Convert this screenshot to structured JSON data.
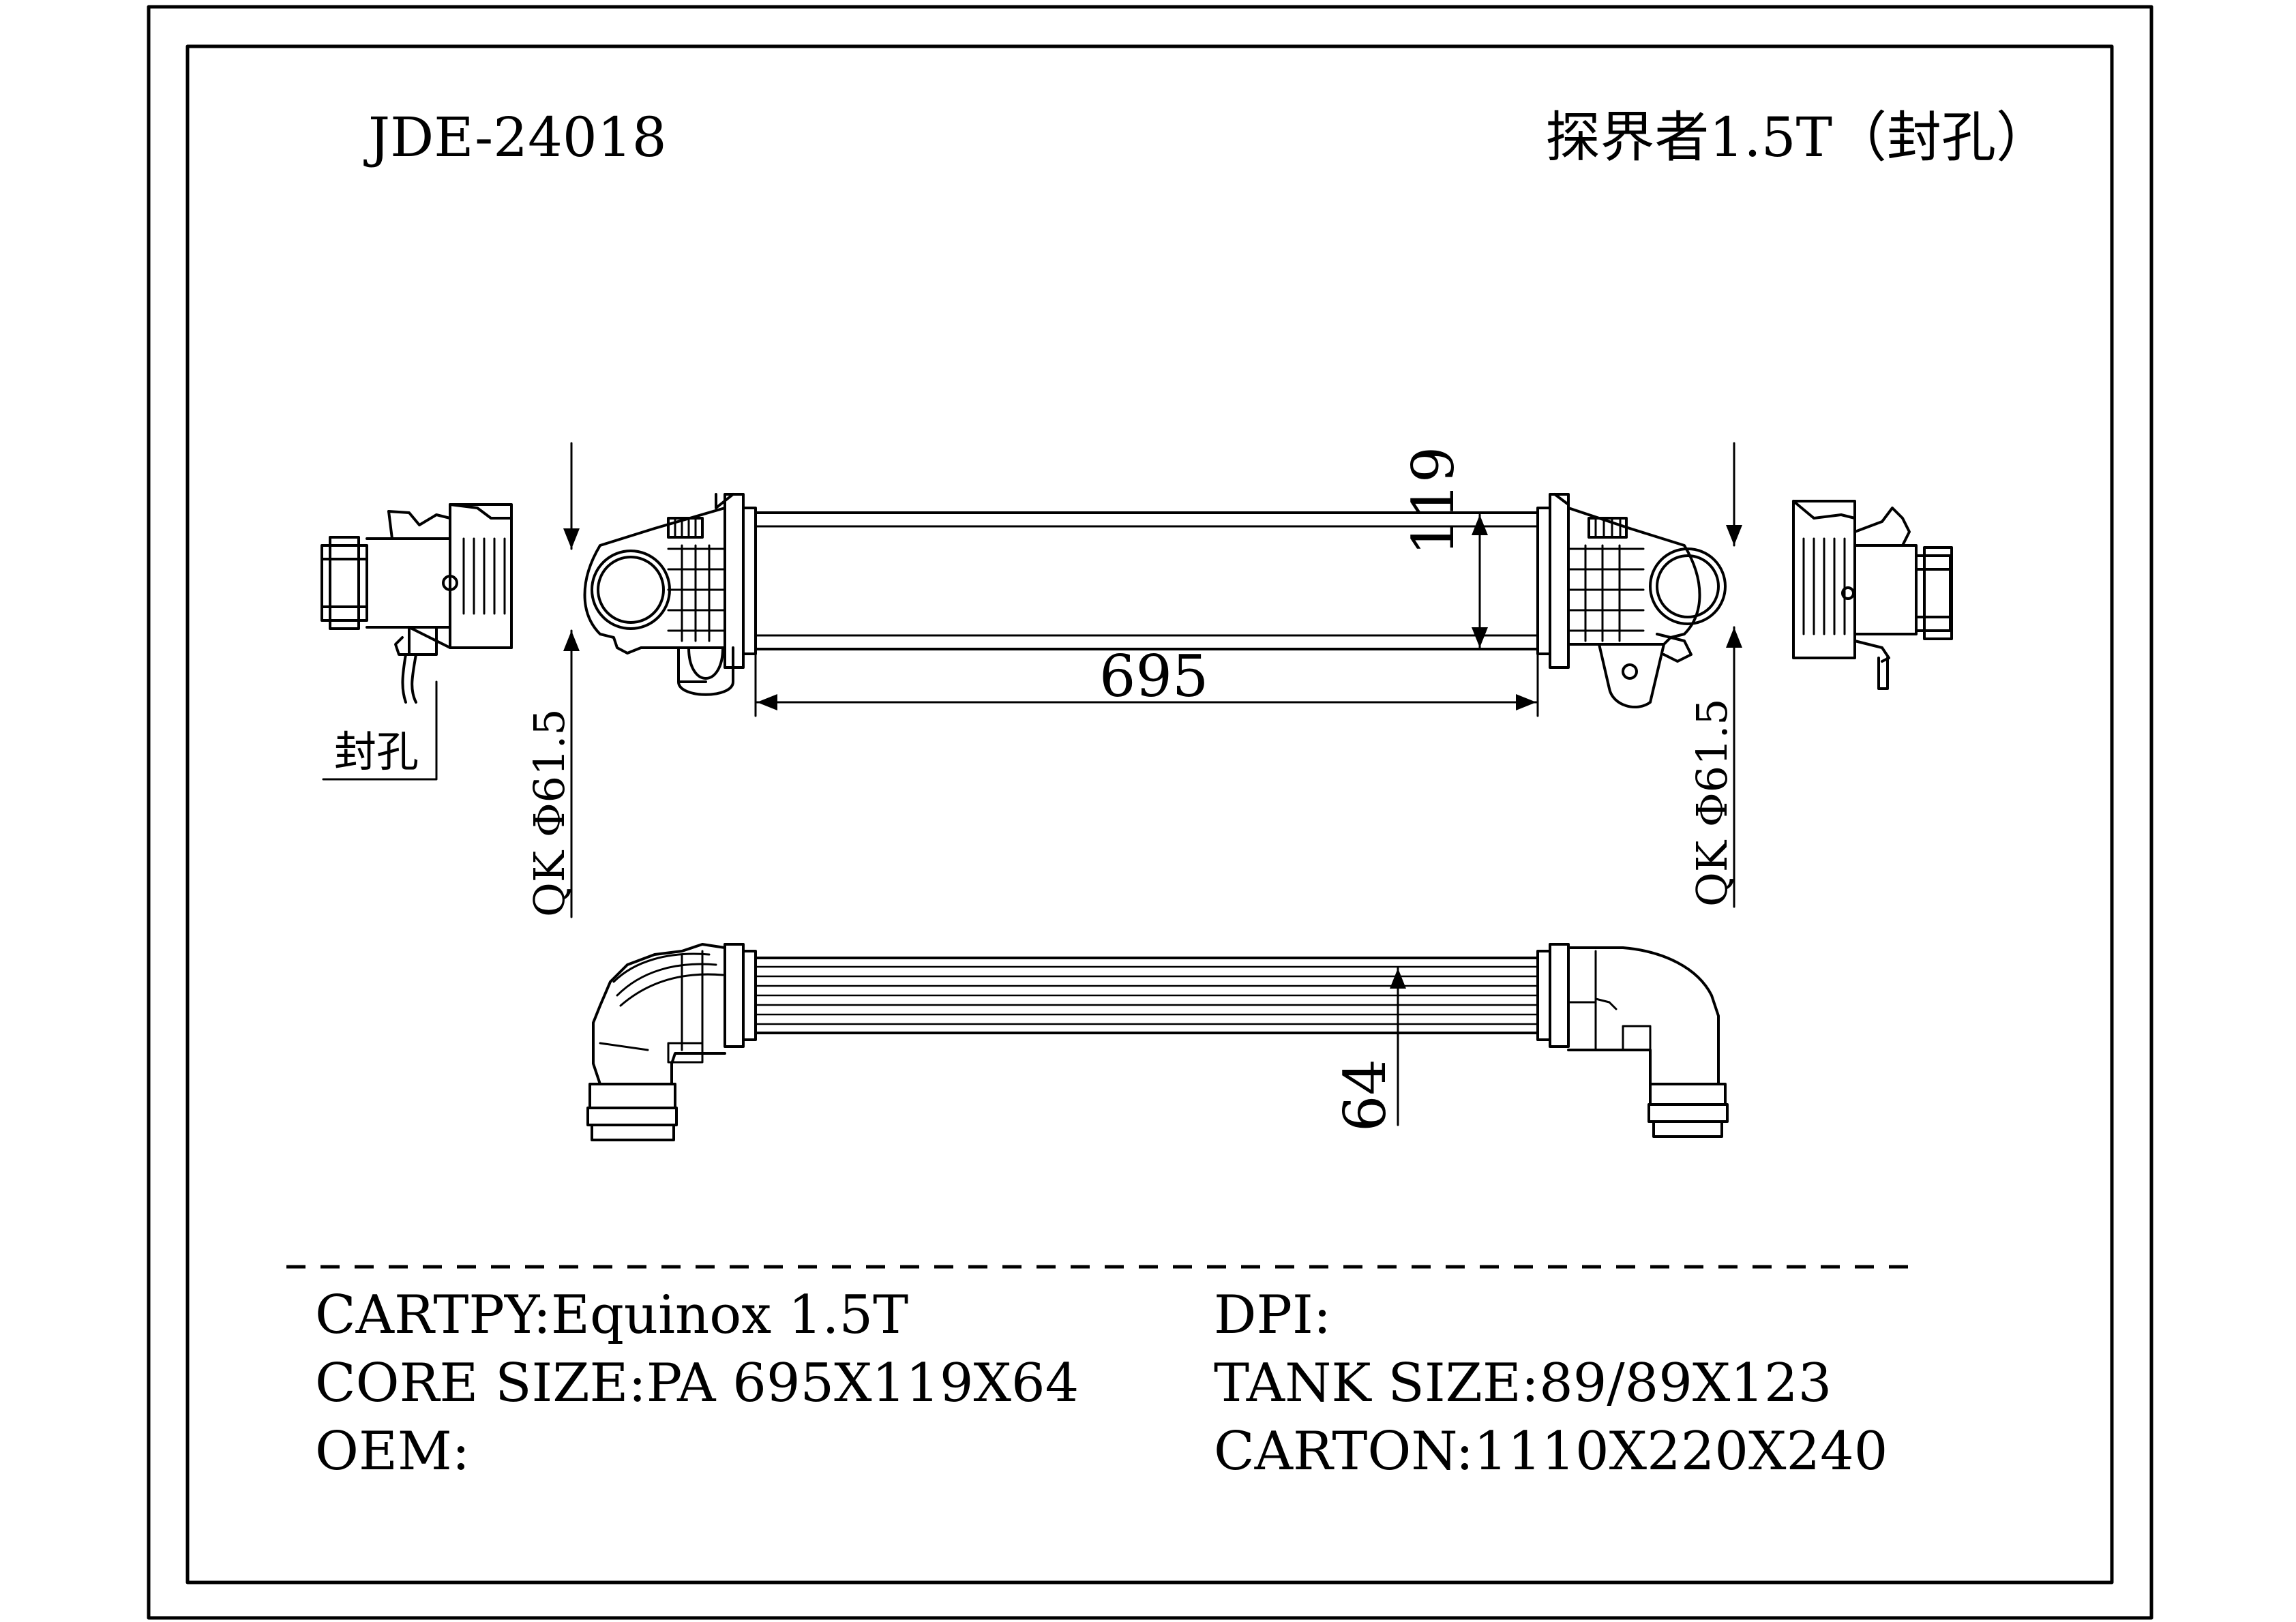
{
  "header": {
    "part_number": "JDE-24018",
    "model_note": "探界者1.5T（封孔）"
  },
  "drawing": {
    "callout_sealed_hole": "封孔",
    "dim_length": "695",
    "dim_height": "119",
    "dim_depth": "64",
    "port_left": "QK Φ61.5",
    "port_right": "QK Φ61.5"
  },
  "specs": {
    "left": [
      "CARTPY:Equinox 1.5T",
      "CORE SIZE:PA 695X119X64",
      "OEM:"
    ],
    "right": [
      "DPI:",
      "TANK SIZE:89/89X123",
      "CARTON:1110X220X240"
    ]
  }
}
